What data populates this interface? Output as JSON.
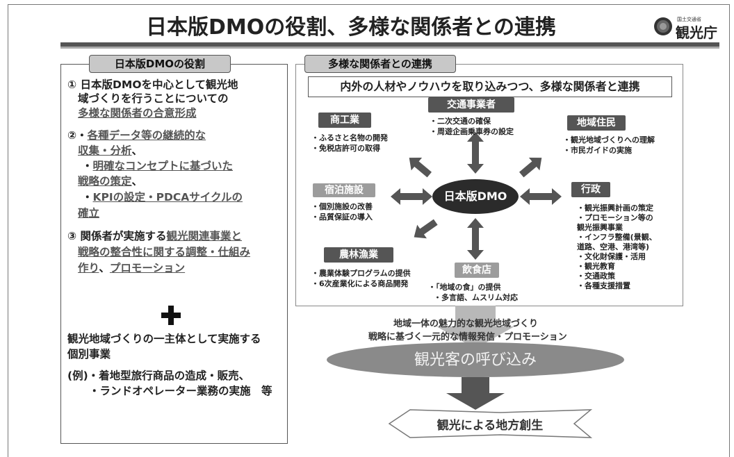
{
  "title": "日本版DMOの役割、多様な関係者との連携",
  "logo": {
    "small": "国土交通省",
    "name": "観光庁"
  },
  "left": {
    "tab": "日本版DMOの役割",
    "item1": {
      "num": "①",
      "line1": "日本版DMOを中心として観光地",
      "line2": "域づくりを行うことについての",
      "line3": "多様な関係者の合意形成"
    },
    "item2": {
      "line1_prefix": "②・",
      "line1_u": "各種データ等の継続的な",
      "line2_u": "収集・分析",
      "line2_suffix": "、",
      "line3_prefix": "・",
      "line3_u": "明確なコンセプトに基づいた",
      "line4_u": "戦略の策定",
      "line4_suffix": "、",
      "line5_prefix": "・",
      "line5_u": "KPIの設定・PDCAサイクルの",
      "line6_u": "確立"
    },
    "item3": {
      "line1_prefix": "③ 関係者が実施する",
      "line1_u": "観光関連事業と",
      "line2_u": "戦略の整合性に関する調整・仕組み",
      "line3_u": "作り",
      "line3_mid": "、",
      "line3_u2": "プロモーション"
    },
    "plus_label": "plus",
    "extra": {
      "line1": "観光地域づくりの一主体として実施する",
      "line2": "個別事業",
      "line3": "(例)・着地型旅行商品の造成・販売、",
      "line4": "・ランドオペレーター業務の実施　等"
    }
  },
  "right": {
    "tab": "多様な関係者との連携",
    "banner": "内外の人材やノウハウを取り込みつつ、多様な関係者と連携",
    "center": "日本版DMO",
    "nodes": {
      "shokogyo": {
        "label": "商工業",
        "items": [
          "・ふるさと名物の開発",
          "・免税店許可の取得"
        ]
      },
      "kotsu": {
        "label": "交通事業者",
        "items": [
          "・二次交通の確保",
          "・周遊企画乗車券の設定"
        ]
      },
      "jumin": {
        "label": "地域住民",
        "items": [
          "・観光地域づくりへの理解",
          "・市民ガイドの実施"
        ]
      },
      "shukuhaku": {
        "label": "宿泊施設",
        "items": [
          "・個別施設の改善",
          "・品質保証の導入"
        ]
      },
      "gyosei": {
        "label": "行政",
        "items": [
          "・観光振興計画の策定",
          "・プロモーション等の",
          "観光振興事業",
          "・インフラ整備(景観、",
          "道路、空港、港湾等)",
          "・文化財保護・活用",
          "・観光教育",
          "・交通政策",
          "・各種支援措置"
        ]
      },
      "norin": {
        "label": "農林漁業",
        "items": [
          "・農業体験プログラムの提供",
          "・6次産業化による商品開発"
        ]
      },
      "inshoku": {
        "label": "飲食店",
        "items": [
          "・「地域の食」の提供",
          "・多言語、ムスリム対応"
        ]
      }
    }
  },
  "bottom": {
    "line1": "地域一体の魅力的な観光地域づくり",
    "line2": "戦略に基づく一元的な情報発信・プロモーション",
    "ellipse": "観光客の呼び込み",
    "result": "観光による地方創生"
  }
}
